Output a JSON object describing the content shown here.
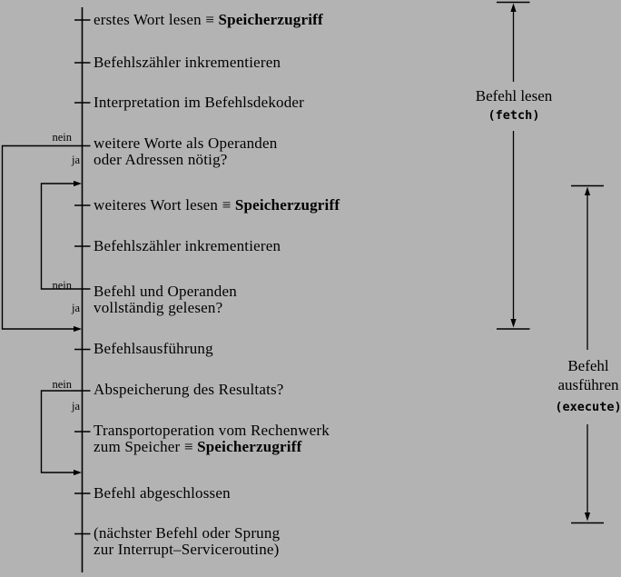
{
  "colors": {
    "background": "#b3b3b3",
    "ink": "#000000"
  },
  "flow": {
    "steps": [
      {
        "text": "erstes Wort lesen ≡ ",
        "bold": "Speicherzugriff"
      },
      {
        "text": "Befehlszähler inkrementieren"
      },
      {
        "text": "Interpretation im Befehlsdekoder"
      },
      {
        "line1": "weitere Worte als Operanden",
        "line2": "oder Adressen nötig?",
        "no": "nein",
        "yes": "ja"
      },
      {
        "text": "weiteres Wort lesen ≡ ",
        "bold": "Speicherzugriff"
      },
      {
        "text": "Befehlszähler inkrementieren"
      },
      {
        "line1": "Befehl und Operanden",
        "line2": "vollständig gelesen?",
        "no": "nein",
        "yes": "ja"
      },
      {
        "text": "Befehlsausführung"
      },
      {
        "text": "Abspeicherung des Resultats?",
        "no": "nein",
        "yes": "ja"
      },
      {
        "line1": "Transportoperation vom Rechenwerk",
        "line2": "zum Speicher ≡ ",
        "bold": "Speicherzugriff"
      },
      {
        "text": "Befehl abgeschlossen"
      },
      {
        "line1": "(nächster Befehl oder Sprung",
        "line2": "zur Interrupt–Serviceroutine)"
      }
    ]
  },
  "phases": {
    "fetch": {
      "title": "Befehl lesen",
      "code": "(fetch)"
    },
    "execute": {
      "title_line1": "Befehl",
      "title_line2": "ausführen",
      "code": "(execute)"
    }
  }
}
